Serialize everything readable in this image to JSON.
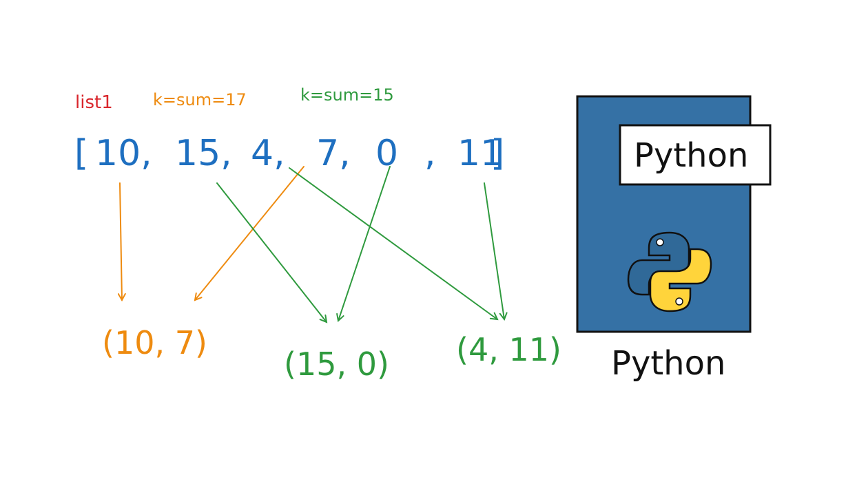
{
  "labels": {
    "list_name": "list1",
    "k_orange": "k=sum=17",
    "k_green": "k=sum=15"
  },
  "list": {
    "open_bracket": "[",
    "close_bracket": "]",
    "items": [
      "10,",
      "15,",
      "4,",
      "7,",
      "0",
      ",",
      "11"
    ]
  },
  "pairs": [
    {
      "text": "(10, 7)",
      "color": "orange"
    },
    {
      "text": "(15, 0)",
      "color": "green"
    },
    {
      "text": "(4, 11)",
      "color": "green"
    }
  ],
  "book": {
    "cover_label": "Python",
    "caption": "Python"
  },
  "colors": {
    "red": "#d9262c",
    "orange": "#ee8b10",
    "green": "#2f9a3e",
    "blue": "#1e6fc0",
    "book_blue": "#3571a5",
    "python_yellow": "#ffd43b",
    "python_blue": "#306998"
  }
}
